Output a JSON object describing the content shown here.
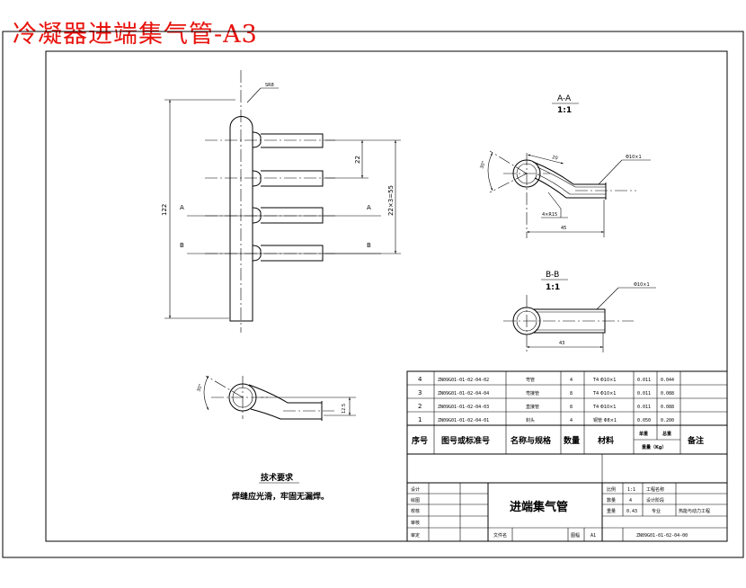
{
  "header": {
    "title": "冷凝器进端集气管-A3"
  },
  "front_view": {
    "sr_label": "SR8",
    "dim_height": "122",
    "dim_pitch": "22",
    "dim_total": "22×3=55",
    "section_a_left": "A",
    "section_a_right": "A",
    "section_b_left": "B",
    "section_b_right": "B"
  },
  "section_aa": {
    "title": "A-A",
    "scale": "1:1",
    "angle": "30°",
    "dim_r": "20",
    "pipe_callout": "Φ10×1",
    "radius_callout": "4×R15",
    "dim_len": "45"
  },
  "section_bb": {
    "title": "B-B",
    "scale": "1:1",
    "pipe_callout": "Φ10×1",
    "dim_len": "43"
  },
  "bottom_view": {
    "angle": "30°",
    "dim_offset": "12.5"
  },
  "tech_requirements": {
    "title": "技术要求",
    "text": "焊缝应光滑，牢固无漏焊。"
  },
  "bom": {
    "rows": [
      {
        "no": "4",
        "code": "ZN09G01-01-02-04-02",
        "name": "弯管",
        "qty": "4",
        "material": "T4 Φ10×1",
        "unit": "0.011",
        "total": "0.044"
      },
      {
        "no": "3",
        "code": "ZN09G01-01-02-04-04",
        "name": "弯接管",
        "qty": "8",
        "material": "T4 Φ10×1",
        "unit": "0.011",
        "total": "0.088"
      },
      {
        "no": "2",
        "code": "ZN09G01-01-02-04-03",
        "name": "直接管",
        "qty": "8",
        "material": "T4 Φ10×1",
        "unit": "0.011",
        "total": "0.088"
      },
      {
        "no": "1",
        "code": "ZN09G01-01-02-04-01",
        "name": "封头",
        "qty": "4",
        "material": "铜管 Φ8×1",
        "unit": "0.050",
        "total": "0.200"
      }
    ],
    "header": {
      "no": "序号",
      "code": "图号或标准号",
      "name": "名称与规格",
      "qty": "数量",
      "material": "材料",
      "unit": "单重",
      "total": "总重",
      "weight": "重量（Kg）",
      "remark": "备注"
    }
  },
  "title_block": {
    "roles": [
      "设计",
      "绘图",
      "校核",
      "审核",
      "审定"
    ],
    "drawing_name": "进端集气管",
    "file_label": "文件名",
    "sheet_label": "图幅",
    "sheet_value": "A1",
    "drawing_no": "ZN09G01-01-02-04-00",
    "scale_label": "比例",
    "scale_value": "1:1",
    "project_label": "工程名称",
    "qty_label": "数量",
    "qty_value": "4",
    "stage_label": "设计阶段",
    "weight_label": "重量",
    "weight_value": "0.43",
    "major_label": "专业",
    "major_value": "热能与动力工程"
  }
}
